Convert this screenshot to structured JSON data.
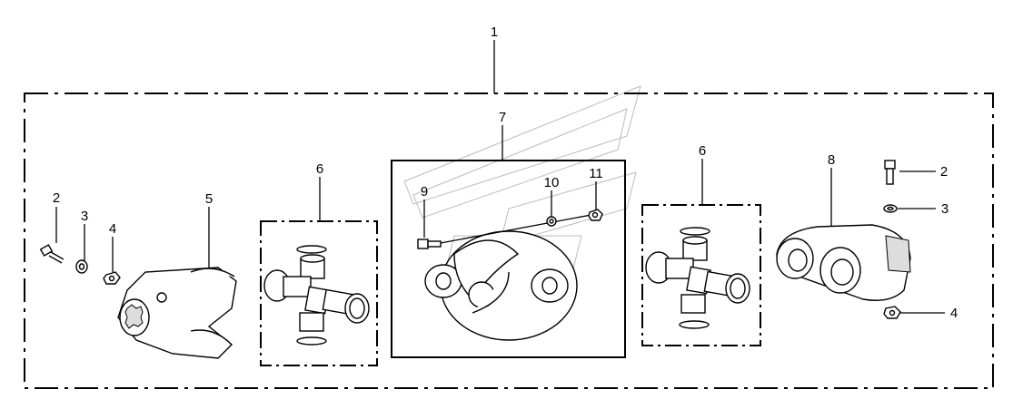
{
  "callouts": {
    "c1": "1",
    "c2_left": "2",
    "c3_left": "3",
    "c4_left": "4",
    "c5": "5",
    "c6_left": "6",
    "c7": "7",
    "c9": "9",
    "c10": "10",
    "c11": "11",
    "c6_right": "6",
    "c8": "8",
    "c2_right": "2",
    "c3_right": "3",
    "c4_right": "4"
  }
}
